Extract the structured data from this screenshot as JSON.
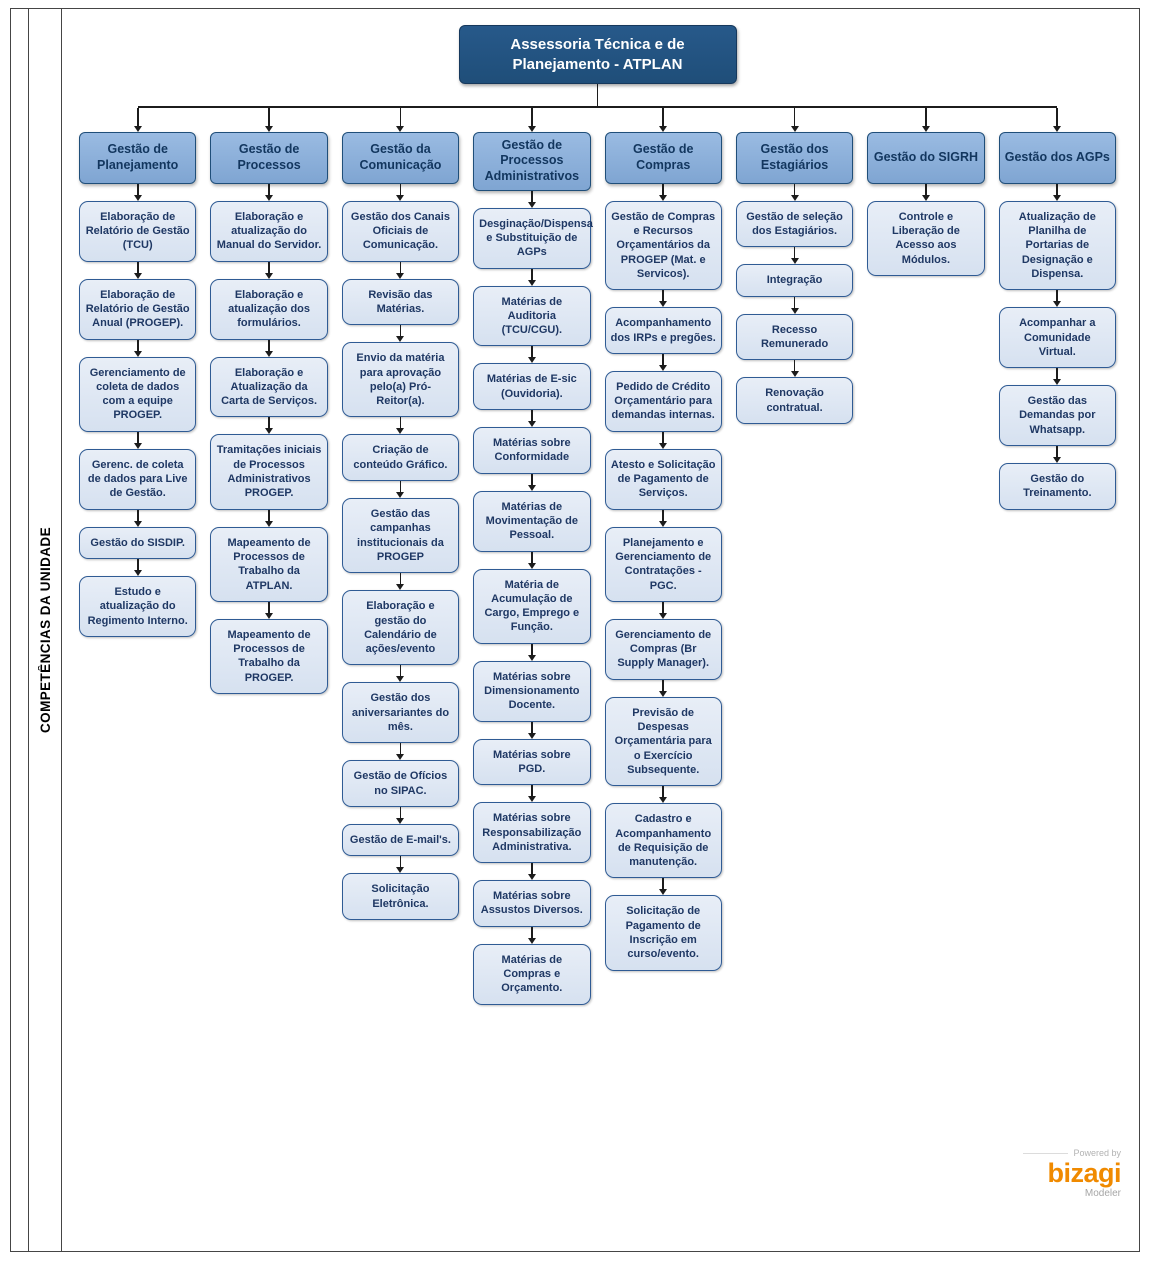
{
  "lane_label": "COMPETÊNCIAS DA UNIDADE",
  "root": {
    "title": "Assessoria Técnica e de Planejamento - ATPLAN"
  },
  "colors": {
    "root_bg": "#1F4E79",
    "header_bg": "#8DB0DB",
    "item_bg": "#DCE6F2",
    "item_border": "#2F5B94",
    "text": "#1F3864",
    "line": "#1C1C1C",
    "bizagi_orange": "#F08A00"
  },
  "columns": [
    {
      "title": "Gestão de Planejamento",
      "items": [
        "Elaboração de Relatório de Gestão (TCU)",
        "Elaboração de Relatório de Gestão Anual (PROGEP).",
        "Gerenciamento de coleta de dados com a equipe PROGEP.",
        "Gerenc. de coleta de dados para Live de Gestão.",
        "Gestão do SISDIP.",
        "Estudo e atualização do Regimento Interno."
      ]
    },
    {
      "title": "Gestão de Processos",
      "items": [
        "Elaboração e atualização do Manual do Servidor.",
        "Elaboração e atualização dos formulários.",
        "Elaboração e Atualização da Carta de Serviços.",
        "Tramitações iniciais de Processos Administrativos PROGEP.",
        "Mapeamento de Processos de Trabalho da ATPLAN.",
        "Mapeamento de Processos de Trabalho da PROGEP."
      ]
    },
    {
      "title": "Gestão da Comunicação",
      "items": [
        "Gestão dos Canais Oficiais de Comunicação.",
        "Revisão das Matérias.",
        "Envio da matéria para aprovação pelo(a) Pró-Reitor(a).",
        "Criação de conteúdo Gráfico.",
        "Gestão das campanhas institucionais da PROGEP",
        "Elaboração e gestão do Calendário de ações/evento",
        "Gestão dos aniversariantes do mês.",
        "Gestão de Ofícios no SIPAC.",
        "Gestão de E-mail's.",
        "Solicitação Eletrônica."
      ]
    },
    {
      "title": "Gestão de Processos Administrativos",
      "items": [
        "Desginação/Dispensa e Substituição de AGPs",
        "Matérias de Auditoria (TCU/CGU).",
        "Matérias de E-sic (Ouvidoria).",
        "Matérias sobre Conformidade",
        "Matérias de Movimentação de Pessoal.",
        "Matéria de Acumulação de Cargo, Emprego e Função.",
        "Matérias sobre Dimensionamento Docente.",
        "Matérias sobre PGD.",
        "Matérias sobre Responsabilização Administrativa.",
        "Matérias sobre Assustos Diversos.",
        "Matérias de Compras e Orçamento."
      ]
    },
    {
      "title": "Gestão de Compras",
      "items": [
        "Gestão de Compras e Recursos Orçamentários da PROGEP (Mat. e Servicos).",
        "Acompanhamento dos IRPs e pregões.",
        "Pedido de Crédito Orçamentário para demandas internas.",
        "Atesto e Solicitação de Pagamento de Serviços.",
        "Planejamento e Gerenciamento de Contratações - PGC.",
        "Gerenciamento de Compras (Br Supply Manager).",
        "Previsão de Despesas Orçamentária para o Exercício Subsequente.",
        "Cadastro e Acompanhamento de Requisição de manutenção.",
        "Solicitação de Pagamento de Inscrição em curso/evento."
      ]
    },
    {
      "title": "Gestão dos Estagiários",
      "items": [
        "Gestão de seleção dos Estagiários.",
        "Integração",
        "Recesso Remunerado",
        "Renovação contratual."
      ]
    },
    {
      "title": "Gestão do SIGRH",
      "items": [
        "Controle e Liberação de Acesso aos Módulos."
      ]
    },
    {
      "title": "Gestão dos AGPs",
      "items": [
        "Atualização de Planilha de Portarias de Designação e Dispensa.",
        "Acompanhar a Comunidade Virtual.",
        "Gestão das Demandas por Whatsapp.",
        "Gestão do Treinamento."
      ]
    }
  ],
  "footer": {
    "powered_by": "Powered by",
    "brand": "bizagi",
    "product": "Modeler"
  }
}
